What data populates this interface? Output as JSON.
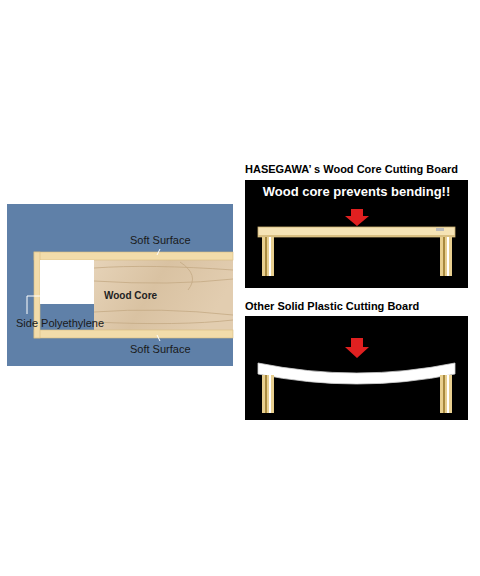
{
  "diagram": {
    "nodes": [
      {
        "text": [
          "HASEGAWA’ s Wood Core Cutting Board",
          "Wood core prevents bending!!"
        ]
      },
      {
        "text": [
          "Other Solid Plastic Cutting Board"
        ]
      }
    ],
    "labels": [
      "Soft Surface",
      "Wood Core",
      "Side Polyethylene",
      "Soft Surface"
    ]
  }
}
